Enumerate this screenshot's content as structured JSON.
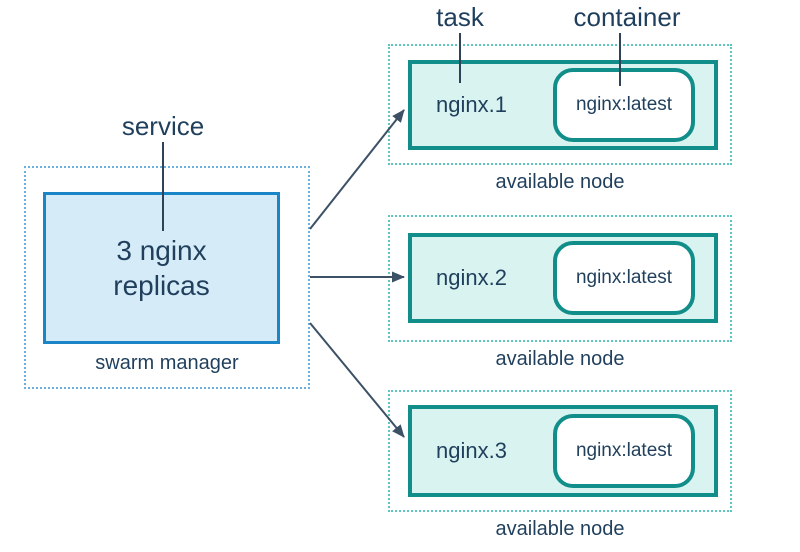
{
  "labels": {
    "service": "service",
    "task": "task",
    "container": "container"
  },
  "manager": {
    "service_text": "3 nginx replicas",
    "caption": "swarm manager"
  },
  "nodes": [
    {
      "task_label": "nginx.1",
      "container_label": "nginx:latest",
      "caption": "available node"
    },
    {
      "task_label": "nginx.2",
      "container_label": "nginx:latest",
      "caption": "available node"
    },
    {
      "task_label": "nginx.3",
      "container_label": "nginx:latest",
      "caption": "available node"
    }
  ],
  "colors": {
    "text": "#1f3f5c",
    "manager_dotted_border": "#6cb0de",
    "service_box_border": "#1a86c8",
    "service_box_fill": "#d6ebf8",
    "node_dotted_border": "#5cc6bf",
    "node_box_border": "#118e89",
    "node_box_fill": "#d8f3f0",
    "container_fill": "#ffffff",
    "arrow": "#3c5166"
  }
}
